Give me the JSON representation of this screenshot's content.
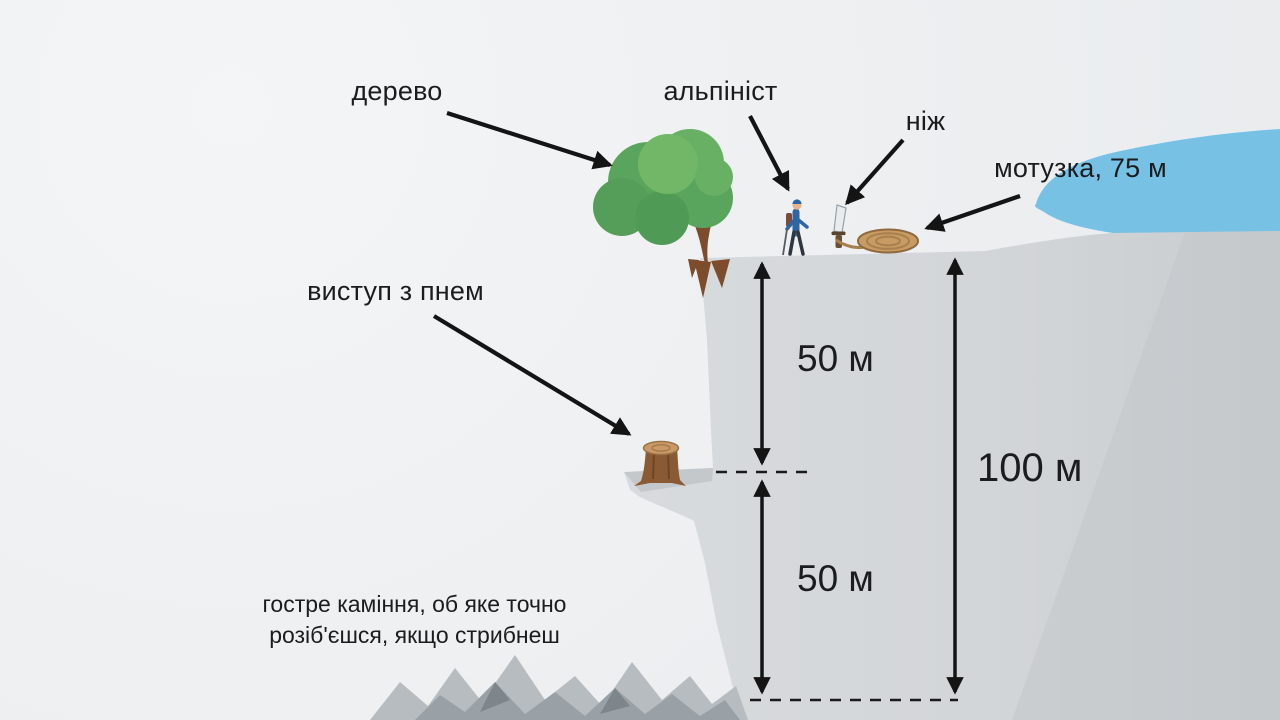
{
  "diagram": {
    "callouts": {
      "tree": "дерево",
      "climber": "альпініст",
      "knife": "ніж",
      "rope": "мотузка, 75 м",
      "ledge": "виступ з пнем"
    },
    "measurements": {
      "upper": "50 м",
      "total": "100 м",
      "lower": "50 м"
    },
    "note": {
      "line1": "гостре каміння, об яке точно",
      "line2": "розіб'єшся, якщо стрибнеш"
    },
    "colors": {
      "background": "#edeff1",
      "cliff": "#d5d8da",
      "cliff_shade": "#c5c9cc",
      "water": "#77c1e5",
      "tree_canopy": "#5aa55e",
      "trunk": "#7c4c2c",
      "stump_top": "#c99a66",
      "rope": "#c89b63",
      "climber_jacket": "#2e66a4",
      "arrow": "#141414"
    }
  }
}
